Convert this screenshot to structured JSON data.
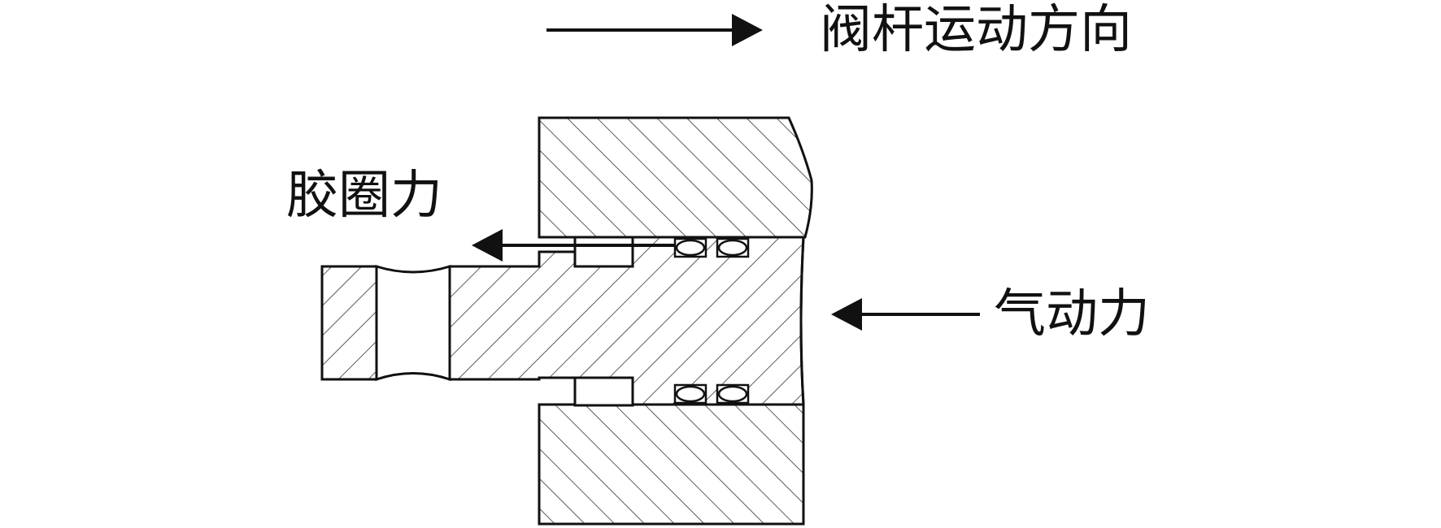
{
  "labels": {
    "motion_direction": "阀杆运动方向",
    "seal_force": "胶圈力",
    "gas_force": "气动力"
  },
  "colors": {
    "stroke": "#111111",
    "hatch": "#333333",
    "background": "#ffffff"
  }
}
